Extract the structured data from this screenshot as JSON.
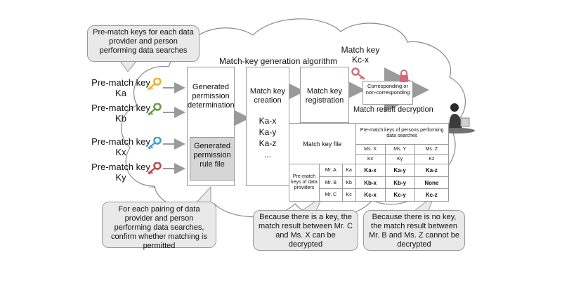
{
  "callout_top": "Pre-match keys for each data provider and person performing data searches",
  "algorithm_title": "Match-key generation algorithm",
  "match_key_kc": "Match key Kc-x",
  "keys": [
    {
      "label": "Pre-match key Ka",
      "icon": "key-icon",
      "color": "#f0b020"
    },
    {
      "label": "Pre-match key Kb",
      "icon": "key-icon",
      "color": "#5aa03a"
    },
    {
      "label": "Pre-match key Kx",
      "icon": "key-icon",
      "color": "#3f9fc8"
    },
    {
      "label": "Pre-match key Ky",
      "icon": "key-icon",
      "color": "#c84040"
    }
  ],
  "keys_more": "...",
  "perm_determination": "Generated permission determination",
  "perm_rule_file": "Generated permission rule file",
  "match_key_creation": "Match key creation",
  "created_keys": [
    "Ka-x",
    "Ka-y",
    "Ka-z",
    "..."
  ],
  "registration": "Match key registration",
  "corresponding": "Corresponding or non-corresponding",
  "decryption": "Match result decryption",
  "lock_color": "#d46a7a",
  "table": {
    "title": "Match key file",
    "searchers_header": "Pre-match keys of persons performing data searches",
    "searchers": [
      "Ms. X",
      "Ms. Y",
      "Ms. Z"
    ],
    "searcher_keys": [
      "Kx",
      "Ky",
      "Kz"
    ],
    "providers_header": "Pre-match keys of data providers",
    "rows": [
      {
        "name": "Mr. A",
        "key": "Ka",
        "cells": [
          "Ka-x",
          "Ka-y",
          "Ka-z"
        ]
      },
      {
        "name": "Mr. B",
        "key": "Kb",
        "cells": [
          "Kb-x",
          "Kb-y",
          "None"
        ]
      },
      {
        "name": "Mr. C",
        "key": "Kc",
        "cells": [
          "Kc-x",
          "Kc-y",
          "Kc-z"
        ]
      }
    ]
  },
  "callout_bottom_left": "For each pairing of data provider and person performing data searches, confirm whether matching is permitted",
  "callout_bottom_mid": "Because there is a key, the match result between Mr. C and Ms. X can be decrypted",
  "callout_bottom_right": "Because there is no key, the match result between Mr. B and Ms. Z cannot be decrypted"
}
